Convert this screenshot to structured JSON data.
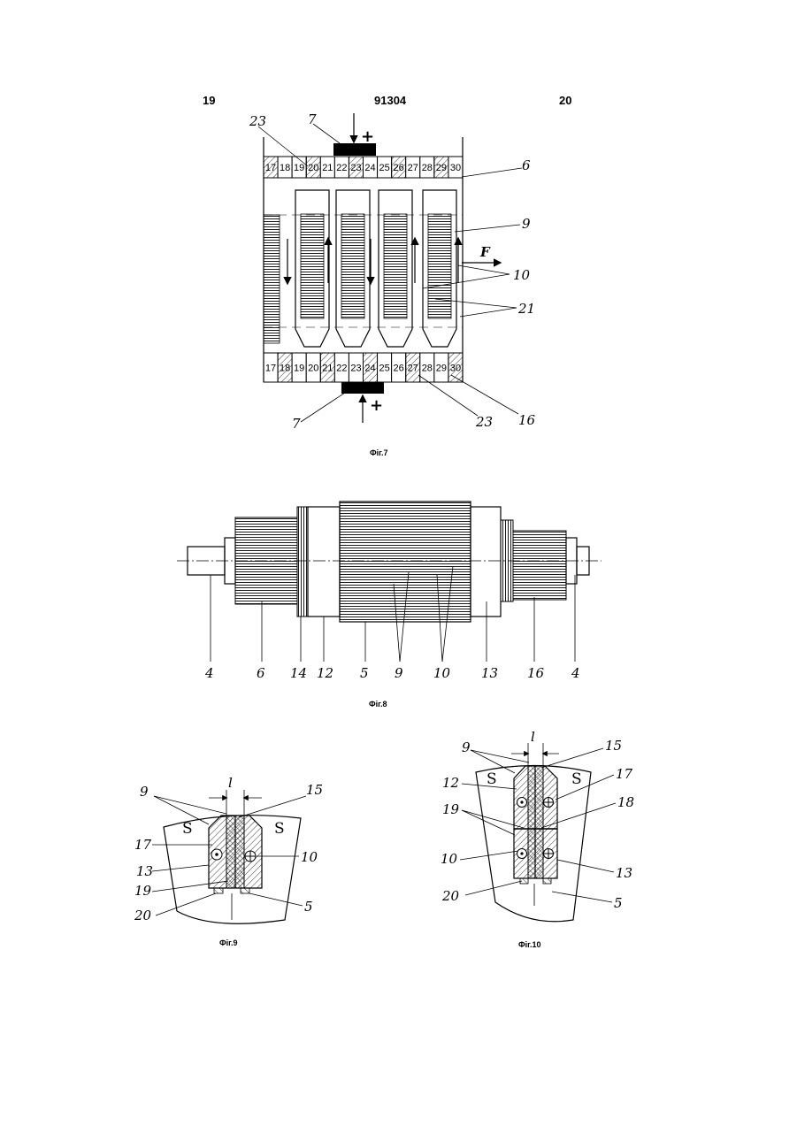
{
  "header": {
    "page_left": "19",
    "patent_number": "91304",
    "page_right": "20"
  },
  "fig7": {
    "caption": "Фіг.7",
    "top_cells": [
      "17",
      "18",
      "19",
      "20",
      "21",
      "22",
      "23",
      "24",
      "25",
      "26",
      "27",
      "28",
      "29",
      "30"
    ],
    "bottom_cells": [
      "17",
      "18",
      "19",
      "20",
      "21",
      "22",
      "23",
      "24",
      "25",
      "26",
      "27",
      "28",
      "29",
      "30"
    ],
    "top_hatched": [
      0,
      3,
      6,
      9,
      12
    ],
    "bottom_hatched": [
      1,
      4,
      7,
      10,
      13
    ],
    "labels": {
      "l23_top": "23",
      "l7_top": "7",
      "plus_top": "+",
      "l6": "6",
      "l9": "9",
      "lF": "F",
      "l10": "10",
      "l21": "21",
      "l7_bottom": "7",
      "plus_bottom": "+",
      "l23_bottom": "23",
      "l16": "16"
    }
  },
  "fig8": {
    "caption": "Фіг.8",
    "labels": [
      "4",
      "6",
      "14",
      "12",
      "5",
      "9",
      "10",
      "13",
      "16",
      "4"
    ]
  },
  "fig9": {
    "caption": "Фіг.9",
    "labels": {
      "l9": "9",
      "ll": "l",
      "l15": "15",
      "lS1": "S",
      "lS2": "S",
      "l17": "17",
      "l10": "10",
      "l13": "13",
      "l19": "19",
      "l20": "20",
      "l5": "5"
    }
  },
  "fig10": {
    "caption": "Фіг.10",
    "labels": {
      "l9": "9",
      "ll": "l",
      "l15": "15",
      "lS1": "S",
      "lS2": "S",
      "l12": "12",
      "l17": "17",
      "l19": "19",
      "l18": "18",
      "l10": "10",
      "l13": "13",
      "l20": "20",
      "l5": "5"
    }
  }
}
